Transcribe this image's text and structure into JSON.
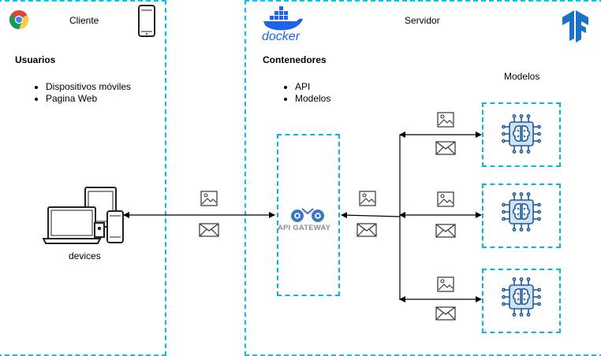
{
  "client": {
    "title": "Cliente",
    "section_title": "Usuarios",
    "items": [
      "Dispositivos móviles",
      "Pagina Web"
    ],
    "devices_label": "devices"
  },
  "server": {
    "title": "Servidor",
    "docker_label": "docker",
    "section_title": "Contenedores",
    "items": [
      "API",
      "Modelos"
    ],
    "models_label": "Modelos",
    "gateway_label": "API GATEWAY"
  },
  "colors": {
    "dashed_border": "#00c4ee",
    "model_icon": "#1d5b9b",
    "model_fill": "#cfe2f7",
    "gateway_icon": "#3b78c3",
    "tensorflow": "#1a73c8",
    "docker": "#1d63ed"
  },
  "icons": [
    "chrome-icon",
    "smartphone-icon",
    "docker-icon",
    "tensorflow-icon",
    "devices-icon",
    "image-icon",
    "envelope-icon",
    "api-gateway-icon",
    "neural-chip-icon"
  ]
}
